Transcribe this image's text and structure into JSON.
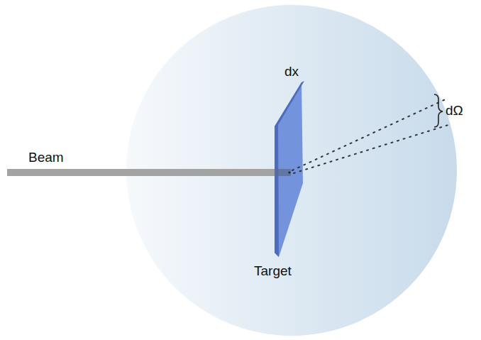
{
  "diagram": {
    "labels": [
      "dx",
      "dΩ",
      "Beam",
      "Target"
    ]
  }
}
